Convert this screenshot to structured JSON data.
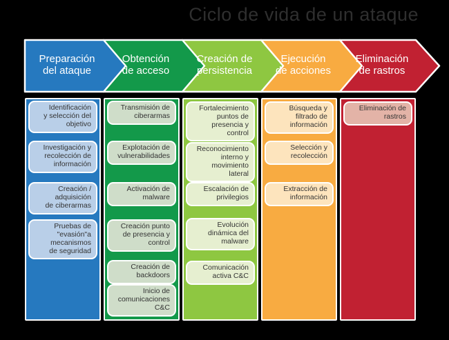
{
  "title": "Ciclo de vida de un ataque",
  "background_color": "#000000",
  "title_color": "#2f2f2f",
  "header_text_color": "#ffffff",
  "item_text_color": "#333333",
  "phases": [
    {
      "name": "Preparación del ataque",
      "header_label": "Preparación\ndel ataque",
      "arrow_color": "#2679bf",
      "item_fill": "#b9cfe8",
      "items": [
        "Identificación\ny selección del\nobjetivo",
        "Investigación y\nrecolección de\ninformación",
        "Creación /\nadquisición\nde ciberarmas",
        "Pruebas de\n\"evasión\"a\nmecanismos\nde seguridad"
      ]
    },
    {
      "name": "Obtención de acceso",
      "header_label": "Obtención\nde acceso",
      "arrow_color": "#13994a",
      "item_fill": "#cfddc9",
      "items": [
        "Transmisión de\nciberarmas",
        "Explotación de\nvulnerabilidades",
        "Activación de\nmalware",
        "Creación punto\nde presencia y\ncontrol",
        "Creación de\nbackdoors",
        "Inicio de\ncomunicaciones\nC&C"
      ]
    },
    {
      "name": "Creación de persistencia",
      "header_label": "Creación de\npersistencia",
      "arrow_color": "#8ec741",
      "item_fill": "#e6efd0",
      "items": [
        "Fortalecimiento\npuntos de\npresencia y\ncontrol",
        "Reconocimiento\ninterno y\nmovimiento\nlateral",
        "Escalación de\nprivilegios",
        "Evolución\ndinámica del\nmalware",
        "Comunicación\nactiva C&C"
      ]
    },
    {
      "name": "Ejecución de acciones",
      "header_label": "Ejecución\nde acciones",
      "arrow_color": "#f8ab41",
      "item_fill": "#fde4bd",
      "items": [
        "Búsqueda y\nfiltrado de\ninformación",
        "Selección y\nrecolección",
        "Extracción de\ninformación"
      ]
    },
    {
      "name": "Eliminación de rastros",
      "header_label": "Eliminación\nde rastros",
      "arrow_color": "#c12132",
      "item_fill": "#e3b3a7",
      "items": [
        "Eliminación de\nrastros"
      ]
    }
  ]
}
